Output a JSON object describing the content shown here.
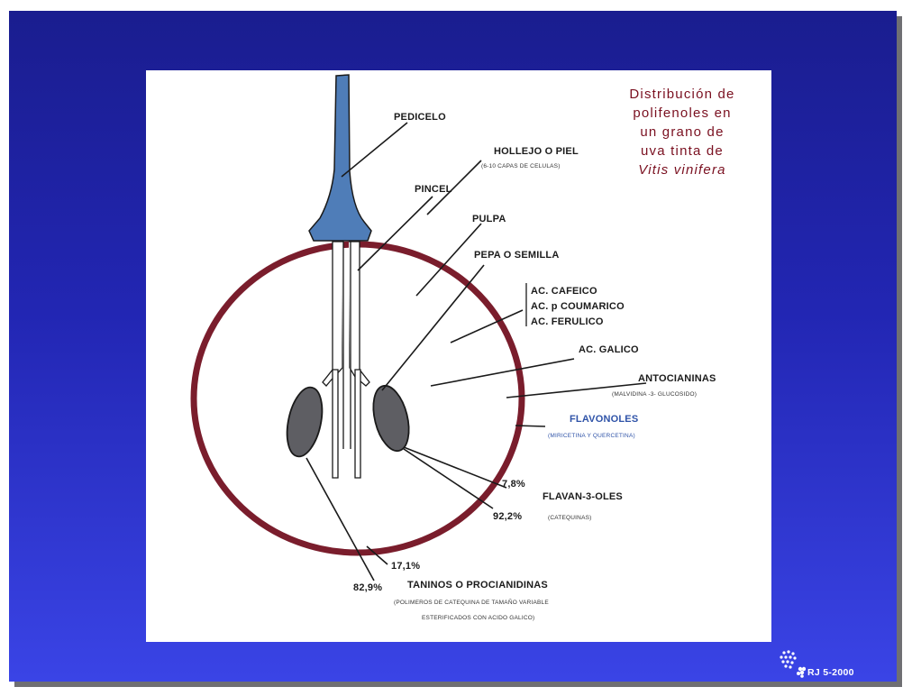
{
  "slide": {
    "title_lines": [
      "Distribución de",
      "polifenoles en",
      "un grano de",
      "uva tinta de"
    ],
    "title_species": "Vitis vinifera",
    "credit": "RJ 5-2000"
  },
  "diagram": {
    "pedicelo": "PEDICELO",
    "hollejo": "HOLLEJO O PIEL",
    "hollejo_sub": "(6-10 CAPAS DE CELULAS)",
    "pincel": "PINCEL",
    "pulpa": "PULPA",
    "pepa": "PEPA O SEMILLA",
    "acids": [
      "AC. CAFEICO",
      "AC. p COUMARICO",
      "AC. FERULICO"
    ],
    "galico": "AC. GALICO",
    "antocianinas": "ANTOCIANINAS",
    "antocianinas_sub": "(MALVIDINA -3- GLUCOSIDO)",
    "flavonoles": "FLAVONOLES",
    "flavonoles_sub": "(MIRICETINA Y QUERCETINA)",
    "flavan_pct_top": "7,8%",
    "flavan": "FLAVAN-3-OLES",
    "flavan_pct_bottom": "92,2%",
    "flavan_sub": "(CATEQUINAS)",
    "taninos_pct_top": "17,1%",
    "taninos_pct_bottom": "82,9%",
    "taninos": "TANINOS O PROCIANIDINAS",
    "taninos_sub_1": "(POLIMEROS DE CATEQUINA   DE TAMAÑO VARIABLE",
    "taninos_sub_2": "ESTERIFICADOS CON ACIDO GALICO)"
  },
  "colors": {
    "background": "#2226b3",
    "skin": "#7a1d2c",
    "pedicel": "#4f7db8",
    "seed": "#5e5e63",
    "title": "#7a1020",
    "flavonoles": "#2f53a8"
  }
}
